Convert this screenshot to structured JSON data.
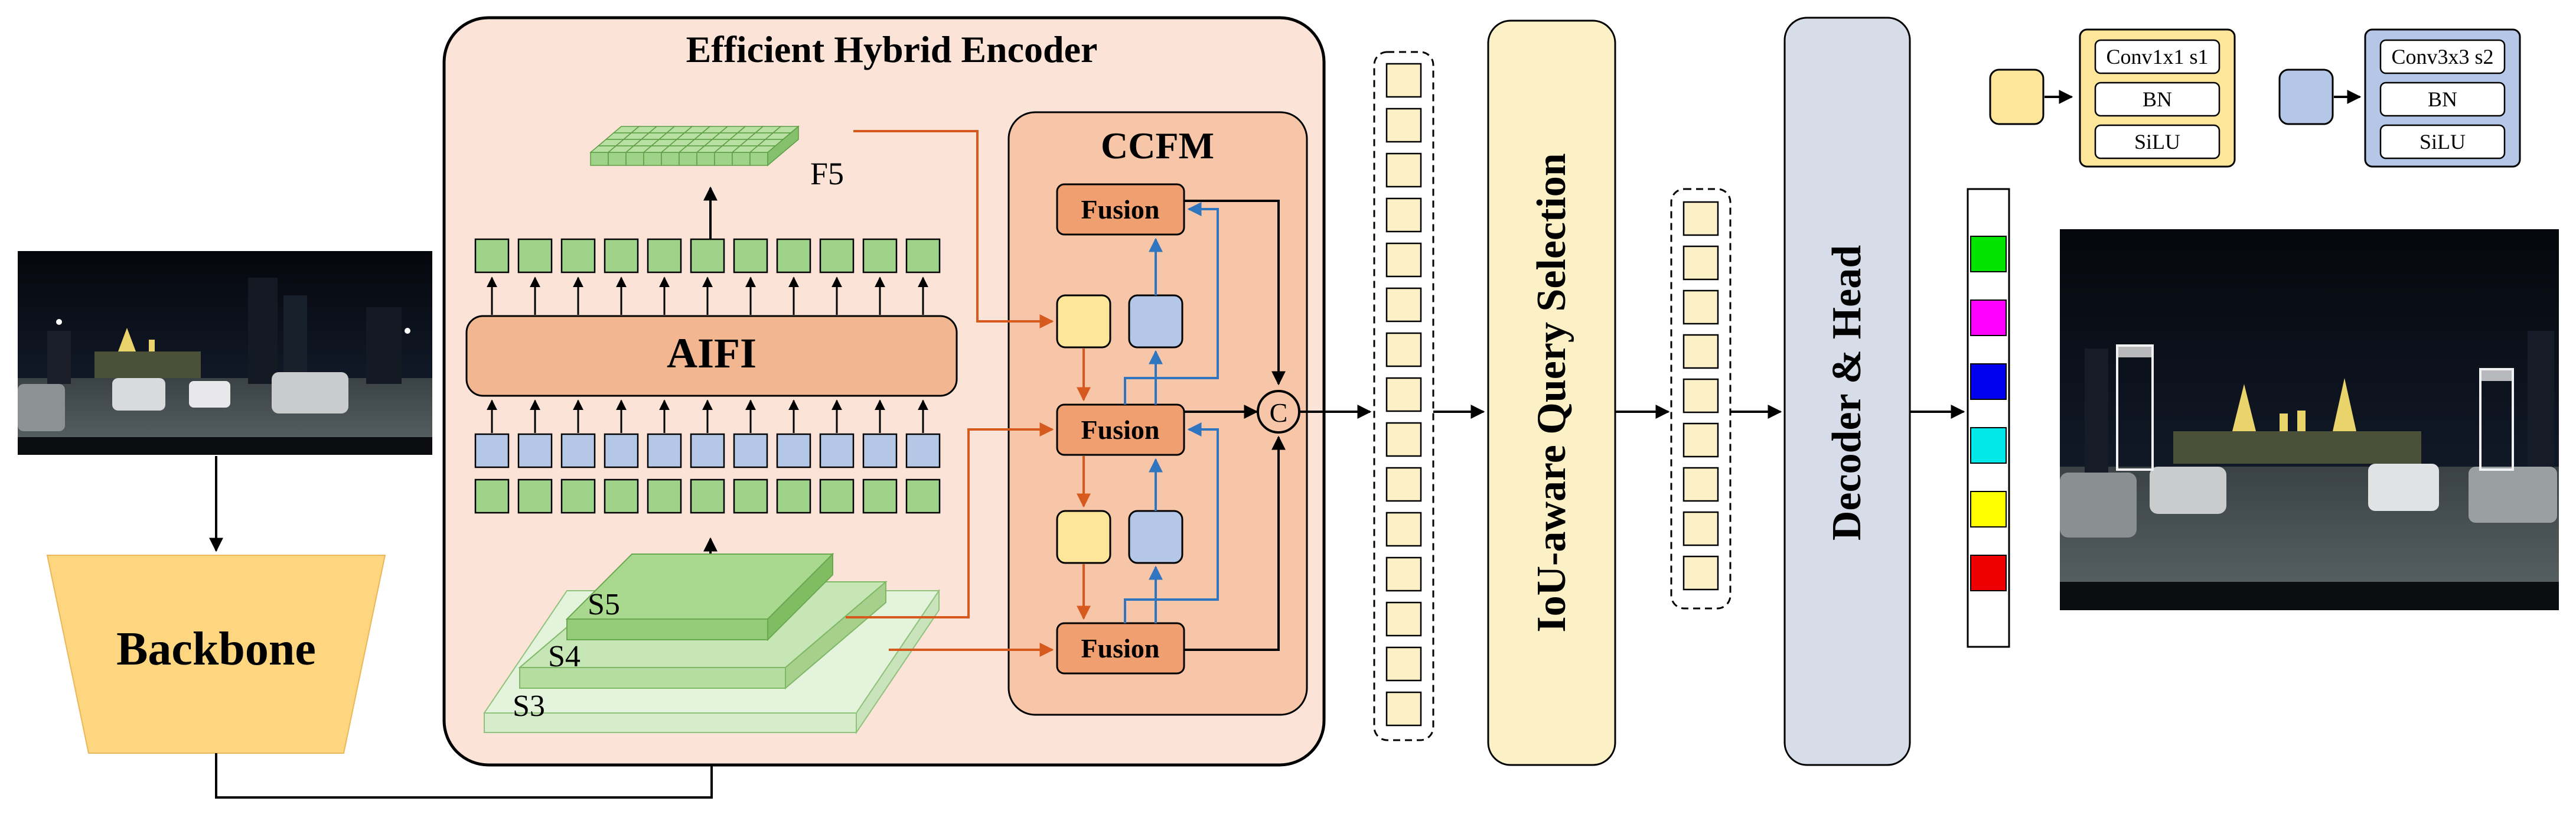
{
  "encoder": {
    "title": "Efficient Hybrid Encoder"
  },
  "ccfm": {
    "title": "CCFM",
    "fusion_label": "Fusion"
  },
  "aifi": {
    "label": "AIFI"
  },
  "feature_labels": {
    "f5": "F5",
    "s5": "S5",
    "s4": "S4",
    "s3": "S3"
  },
  "backbone": {
    "label": "Backbone"
  },
  "concat": {
    "symbol": "C"
  },
  "query_selection": {
    "label": "IoU-aware Query Selection"
  },
  "decoder": {
    "label": "Decoder & Head"
  },
  "legend": {
    "block1": {
      "layers": [
        "Conv1x1 s1",
        "BN",
        "SiLU"
      ]
    },
    "block2": {
      "layers": [
        "Conv3x3 s2",
        "BN",
        "SiLU"
      ]
    }
  },
  "output_swatches": [
    "#00e400",
    "#ff00ff",
    "#0000ee",
    "#00e8e8",
    "#ffff00",
    "#ee0000"
  ],
  "colors": {
    "encoder_bg": "#fbe3d8",
    "ccfm_bg": "#f7c6a8",
    "fusion": "#f0a070",
    "conv1x1": "#fde59a",
    "conv3x3": "#b4c7e7",
    "green": "#9fd38a",
    "arrow_orange": "#d65a1e",
    "arrow_blue": "#2f75c0",
    "query_panel": "#fbf0c6",
    "decoder_panel": "#d6dce8",
    "backbone": "#fdd67f"
  }
}
